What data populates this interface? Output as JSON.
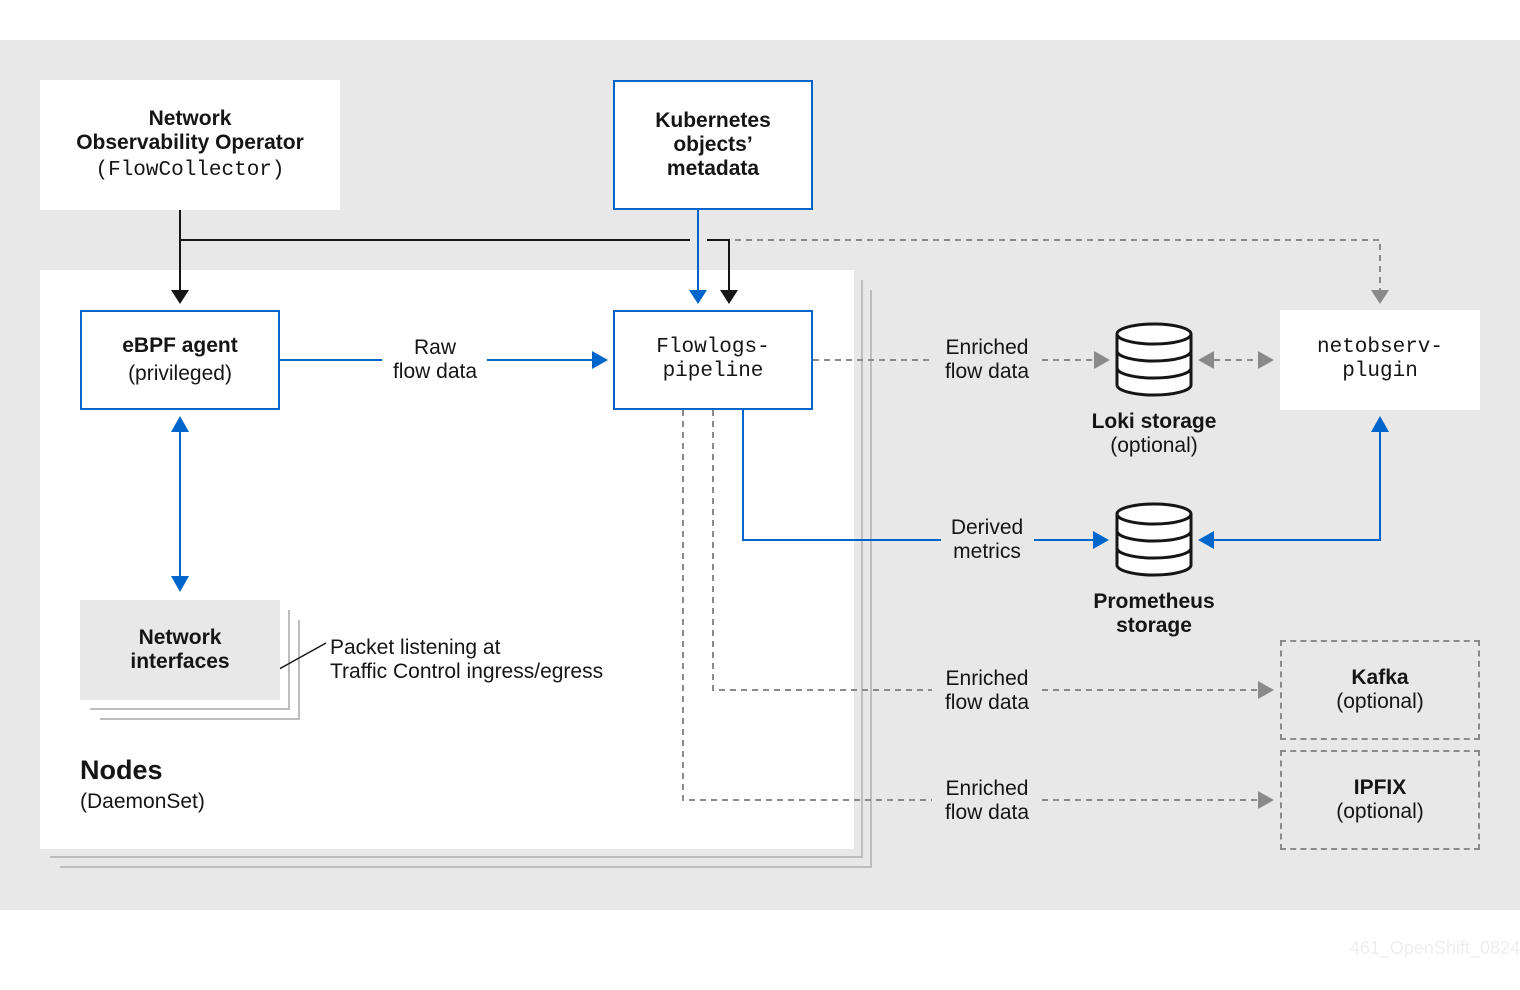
{
  "operator": {
    "line1": "Network",
    "line2": "Observability Operator",
    "line3": "(FlowCollector)"
  },
  "k8s": {
    "line1": "Kubernetes",
    "line2": "objects’",
    "line3": "metadata"
  },
  "ebpf": {
    "line1": "eBPF agent",
    "line2": "(privileged)"
  },
  "flowlogs": {
    "line1": "Flowlogs-",
    "line2": "pipeline"
  },
  "netobserv": {
    "line1": "netobserv-",
    "line2": "plugin"
  },
  "netif": {
    "line1": "Network",
    "line2": "interfaces"
  },
  "packet_note": {
    "line1": "Packet listening at",
    "line2": "Traffic Control ingress/egress"
  },
  "nodes": {
    "title": "Nodes",
    "subtitle": "(DaemonSet)"
  },
  "edges": {
    "raw": {
      "line1": "Raw",
      "line2": "flow data"
    },
    "enriched_loki": {
      "line1": "Enriched",
      "line2": "flow data"
    },
    "derived": {
      "line1": "Derived",
      "line2": "metrics"
    },
    "enriched_kafka": {
      "line1": "Enriched",
      "line2": "flow data"
    },
    "enriched_ipfix": {
      "line1": "Enriched",
      "line2": "flow data"
    }
  },
  "loki": {
    "line1": "Loki storage",
    "line2": "(optional)"
  },
  "prometheus": {
    "line1": "Prometheus",
    "line2": "storage"
  },
  "kafka": {
    "line1": "Kafka",
    "line2": "(optional)"
  },
  "ipfix": {
    "line1": "IPFIX",
    "line2": "(optional)"
  },
  "watermark": "461_OpenShift_0824",
  "colors": {
    "blue": "#0066cc",
    "black": "#151515",
    "gray": "#8a8a8a",
    "panel": "#e8e8e8"
  }
}
